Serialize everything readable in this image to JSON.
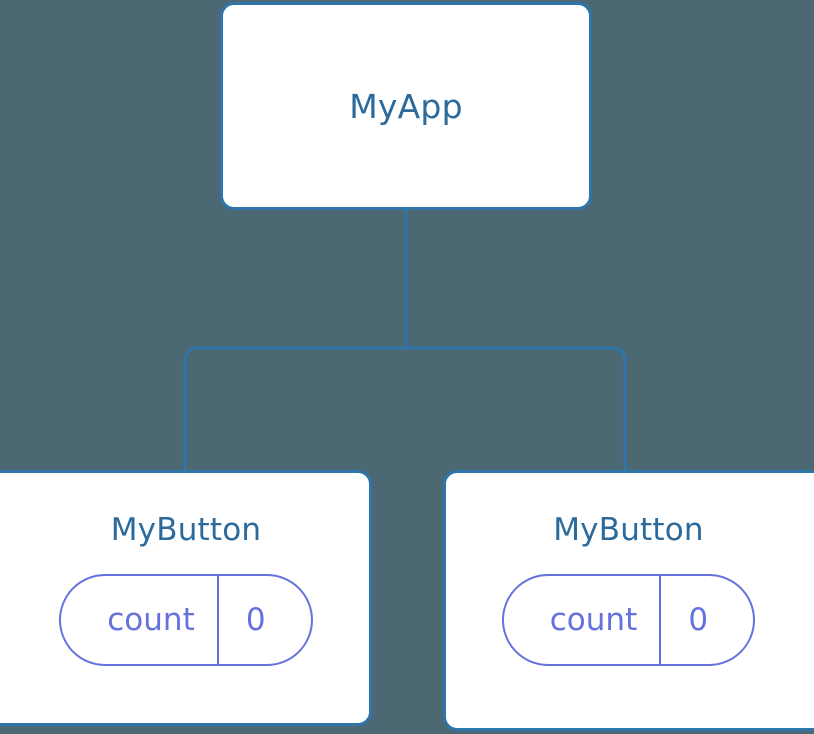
{
  "diagram": {
    "type": "component-tree",
    "background_color": "#4c6872",
    "node_border_color": "#2e75ab",
    "node_fill_color": "#ffffff",
    "title_color": "#2b6a9b",
    "state_color": "#6572de",
    "edge_color": "#2e75ab"
  },
  "root": {
    "label": "MyApp"
  },
  "children": [
    {
      "label": "MyButton",
      "state": {
        "key": "count",
        "value": "0"
      }
    },
    {
      "label": "MyButton",
      "state": {
        "key": "count",
        "value": "0"
      }
    }
  ],
  "edges": {
    "root_to_children": "vertical-then-branch"
  }
}
